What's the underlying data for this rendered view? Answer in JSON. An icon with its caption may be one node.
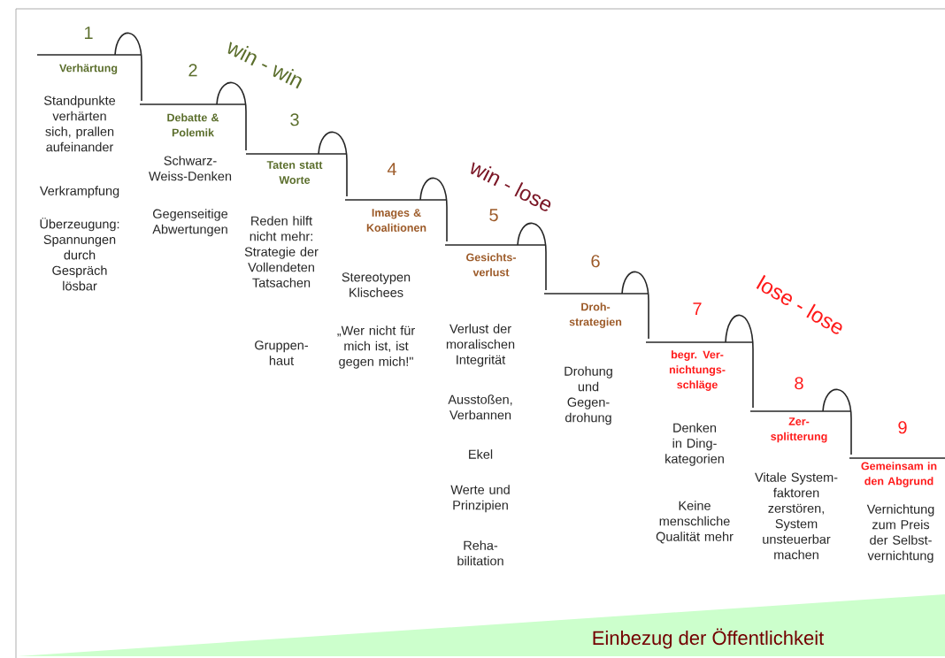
{
  "diagram": {
    "nodes": [
      {
        "text": [
          "Einbezug der Öffentlichkeit"
        ]
      }
    ],
    "labels": [
      "1",
      "Verhärtung",
      "Standpunkte verhärten sich, prallen aufeinander",
      "Verkrampfung",
      "Überzeugung: Spannungen durch Gespräch lösbar",
      "win - win",
      "2",
      "Debatte & Polemik",
      "Schwarz- Weiss-Denken",
      "Gegenseitige Abwertungen",
      "3",
      "Taten statt Worte",
      "Reden hilft nicht mehr: Strategie der Vollendeten Tatsachen",
      "Gruppen- haut",
      "4",
      "Images & Koalitionen",
      "Stereotypen Klischees",
      "„Wer nicht für mich ist, ist gegen mich!\"",
      "win - lose",
      "5",
      "Gesichts- verlust",
      "Verlust der moralischen Integrität",
      "Ausstoßen, Verbannen",
      "Ekel",
      "Werte und Prinzipien",
      "Reha- bilitation",
      "6",
      "Droh- strategien",
      "Drohung und Gegen- drohung",
      "7",
      "begr. Ver- nichtungs- schläge",
      "Denken in Ding- kategorien",
      "Keine menschliche Qualität mehr",
      "lose - lose",
      "8",
      "Zer- splitterung",
      "Vitale System- faktoren zerstören, System unsteuerbar machen",
      "9",
      "Gemeinsam in den Abgrund",
      "Vernichtung zum Preis der Selbst- vernichtung"
    ]
  }
}
